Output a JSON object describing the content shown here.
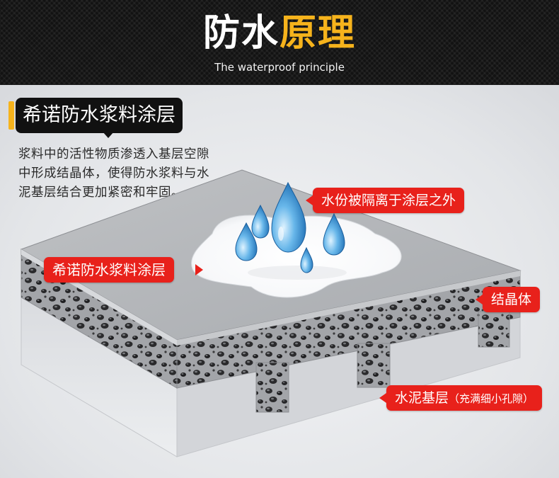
{
  "header": {
    "title_white": "防水",
    "title_yellow": "原理",
    "subtitle": "The waterproof principle"
  },
  "section": {
    "label": "希诺防水浆料涂层",
    "description_lines": [
      "浆料中的活性物质渗透入基层空隙",
      "中形成结晶体，使得防水浆料与水",
      "泥基层结合更加紧密和牢固。"
    ]
  },
  "callouts": {
    "water": "水份被隔离于涂层之外",
    "coating": "希诺防水浆料涂层",
    "crystal": "结晶体",
    "base_main": "水泥基层",
    "base_note": "（充满细小孔隙）"
  },
  "icons": {
    "drops": "water-drop-icon"
  },
  "colors": {
    "accent_yellow": "#f6b31c",
    "callout_red": "#e8211b",
    "header_black": "#121212"
  }
}
